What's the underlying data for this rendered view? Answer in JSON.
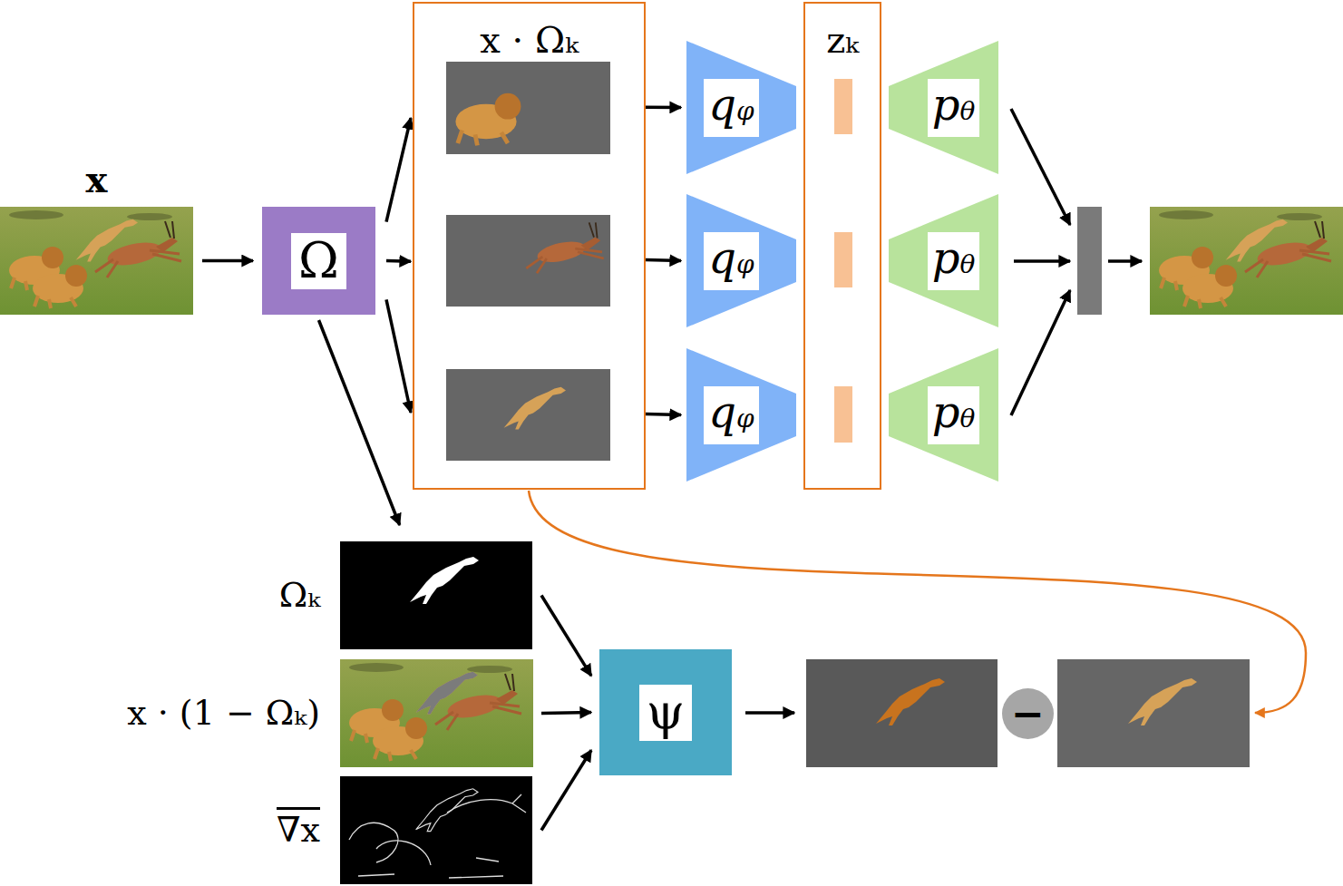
{
  "diagram": {
    "nodes": [
      {
        "text": [
          "x"
        ]
      },
      {
        "text": [
          "Ω"
        ]
      },
      {
        "text": [
          "x · Ωₖ"
        ]
      },
      {
        "text": [
          "qφ"
        ]
      },
      {
        "text": [
          "qφ"
        ]
      },
      {
        "text": [
          "qφ"
        ]
      },
      {
        "text": [
          "zₖ"
        ]
      },
      {
        "text": [
          "pθ"
        ]
      },
      {
        "text": [
          "pθ"
        ]
      },
      {
        "text": [
          "pθ"
        ]
      },
      {
        "text": [
          "Ωₖ"
        ]
      },
      {
        "text": [
          "x · (1 − Ωₖ)"
        ]
      },
      {
        "text": [
          "∇x"
        ]
      },
      {
        "text": [
          "ψ"
        ]
      },
      {
        "text": [
          "−"
        ]
      }
    ],
    "edges": [
      {
        "from": 0,
        "to": 1,
        "arrow": "to"
      },
      {
        "from": 1,
        "to": 2,
        "arrow": "to"
      },
      {
        "from": 1,
        "to": 2,
        "arrow": "to"
      },
      {
        "from": 1,
        "to": 2,
        "arrow": "to"
      },
      {
        "from": 2,
        "to": 3,
        "arrow": "to"
      },
      {
        "from": 2,
        "to": 4,
        "arrow": "to"
      },
      {
        "from": 2,
        "to": 5,
        "arrow": "to"
      },
      {
        "from": 1,
        "to": 10,
        "arrow": "to"
      },
      {
        "from": 10,
        "to": 13,
        "arrow": "to"
      },
      {
        "from": 11,
        "to": 13,
        "arrow": "to"
      },
      {
        "from": 12,
        "to": 13,
        "arrow": "to"
      }
    ]
  }
}
